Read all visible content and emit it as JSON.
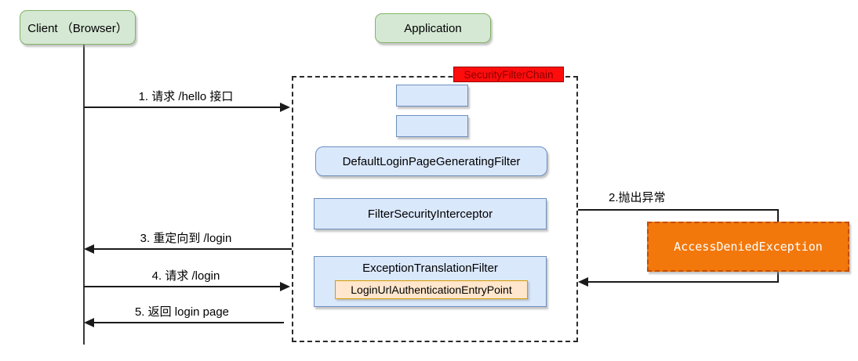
{
  "actors": {
    "client": {
      "label": "Client （Browser）"
    },
    "application": {
      "label": "Application"
    }
  },
  "filter_chain": {
    "label": "SecurityFilterChain",
    "filters": [
      {
        "label": ""
      },
      {
        "label": ""
      },
      {
        "label": "DefaultLoginPageGeneratingFilter"
      },
      {
        "label": "FilterSecurityInterceptor"
      },
      {
        "label": "ExceptionTranslationFilter",
        "child_label": "LoginUrlAuthenticationEntryPoint"
      }
    ]
  },
  "exception": {
    "label": "AccessDeniedException"
  },
  "messages": [
    {
      "num": "1",
      "label": "1. 请求 /hello 接口",
      "direction": "right"
    },
    {
      "num": "2",
      "label": "2.抛出异常",
      "direction": "elbow-right-return"
    },
    {
      "num": "3",
      "label": "3. 重定向到 /login",
      "direction": "left"
    },
    {
      "num": "4",
      "label": "4. 请求 /login",
      "direction": "right"
    },
    {
      "num": "5",
      "label": "5. 返回 login page",
      "direction": "left"
    }
  ],
  "colors": {
    "actor_fill": "#d5e8d4",
    "actor_stroke": "#82b366",
    "filter_fill": "#dae8fc",
    "filter_stroke": "#6c8ebf",
    "entry_fill": "#ffe6cc",
    "entry_stroke": "#d79b00",
    "chain_label_bg": "#ff0d0d",
    "chain_label_text": "#8c0000",
    "exception_fill": "#f2780c",
    "exception_stroke": "#c04e00",
    "exception_text": "#ffffff",
    "line": "#1a1a1a",
    "background": "#ffffff"
  }
}
